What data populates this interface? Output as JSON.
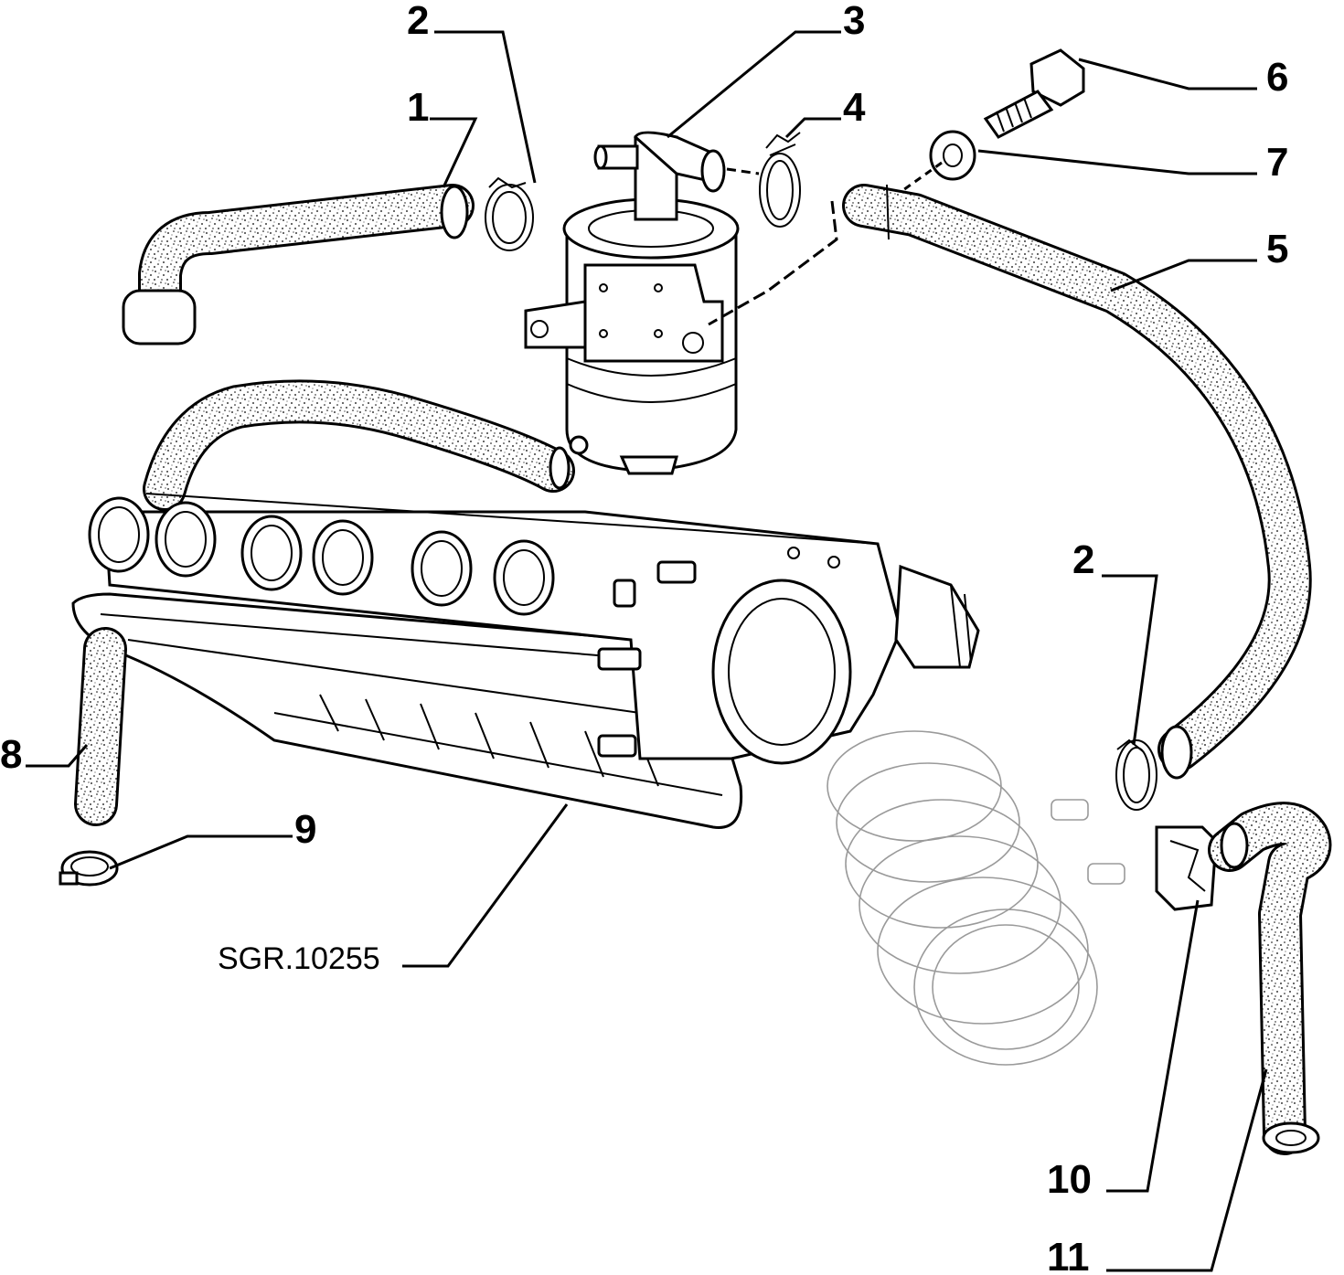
{
  "diagram": {
    "drawing_code": "SGR.10255",
    "callouts": [
      {
        "id": "callout-1",
        "label": "1"
      },
      {
        "id": "callout-2-top",
        "label": "2"
      },
      {
        "id": "callout-3",
        "label": "3"
      },
      {
        "id": "callout-4",
        "label": "4"
      },
      {
        "id": "callout-5",
        "label": "5"
      },
      {
        "id": "callout-6",
        "label": "6"
      },
      {
        "id": "callout-7",
        "label": "7"
      },
      {
        "id": "callout-8",
        "label": "8"
      },
      {
        "id": "callout-9",
        "label": "9"
      },
      {
        "id": "callout-2-right",
        "label": "2"
      },
      {
        "id": "callout-10",
        "label": "10"
      },
      {
        "id": "callout-11",
        "label": "11"
      }
    ]
  }
}
